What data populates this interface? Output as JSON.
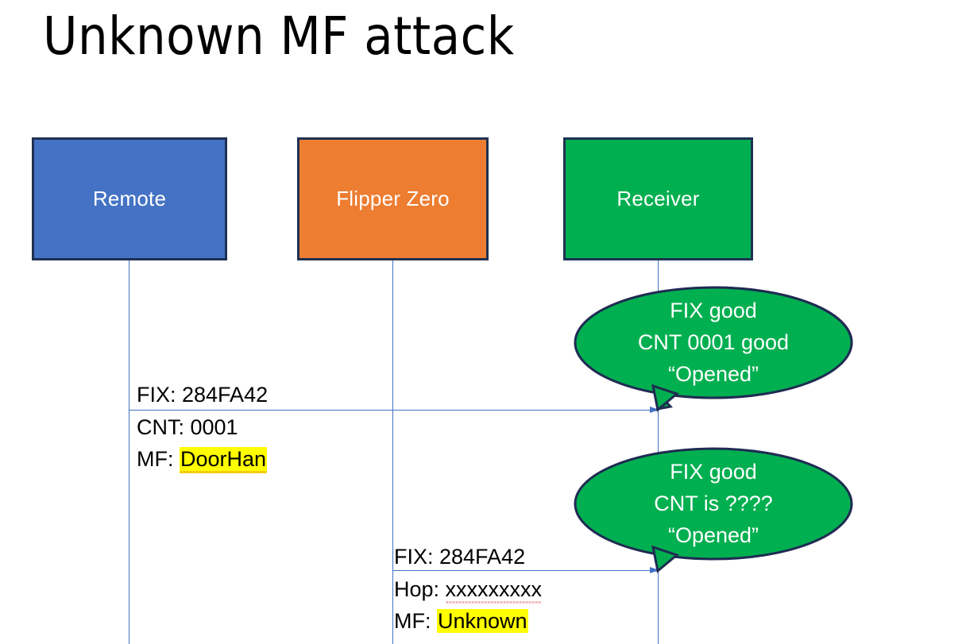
{
  "slide": {
    "title": "Unknown MF attack",
    "background_color": "#FFFFFF"
  },
  "colors": {
    "remote_blue": "#4472C4",
    "flipper_orange": "#ED7D31",
    "receiver_green": "#00AF50",
    "box_border_navy": "#1F3152",
    "lifeline_blue": "#4472C4",
    "highlight_yellow": "#FFFF00",
    "spellcheck_red": "#E03131",
    "bubble_text_white": "#FFFFFF"
  },
  "actors": [
    {
      "id": "remote",
      "label": "Remote",
      "fill": "#4472C4"
    },
    {
      "id": "flipper",
      "label": "Flipper Zero",
      "fill": "#ED7D31"
    },
    {
      "id": "receiver",
      "label": "Receiver",
      "fill": "#00AF50"
    }
  ],
  "messages": [
    {
      "id": "remote-to-receiver",
      "from": "remote",
      "to": "receiver",
      "lines": [
        {
          "label": "FIX: 284FA42",
          "highlighted": false,
          "spellcheck": false
        },
        {
          "label": "CNT: 0001",
          "highlighted": false,
          "spellcheck": false
        },
        {
          "prefix": "MF: ",
          "value": "DoorHan",
          "highlighted": true,
          "spellcheck": true
        }
      ]
    },
    {
      "id": "flipper-to-receiver",
      "from": "flipper",
      "to": "receiver",
      "lines": [
        {
          "label": "FIX: 284FA42",
          "highlighted": false,
          "spellcheck": false
        },
        {
          "prefix": "Hop: ",
          "value": "xxxxxxxxx",
          "highlighted": false,
          "spellcheck": true
        },
        {
          "prefix": "MF: ",
          "value": "Unknown",
          "highlighted": true,
          "spellcheck": false
        }
      ]
    }
  ],
  "bubbles": [
    {
      "id": "bubble-remote-response",
      "lines": [
        "FIX good",
        "CNT 0001 good",
        "“Opened”"
      ],
      "fill": "#00AF50"
    },
    {
      "id": "bubble-flipper-response",
      "lines": [
        "FIX good",
        "CNT is ????",
        "“Opened”"
      ],
      "fill": "#00AF50"
    }
  ],
  "message_text": {
    "m1l1": "FIX: 284FA42",
    "m1l2": "CNT: 0001",
    "m1l3_prefix": "MF: ",
    "m1l3_value": "DoorHan",
    "m2l1": "FIX: 284FA42",
    "m2l2_prefix": "Hop: ",
    "m2l2_value": "xxxxxxxxx",
    "m2l3_prefix": "MF: ",
    "m2l3_value": "Unknown"
  },
  "bubble_text": {
    "b1l1": "FIX good",
    "b1l2": "CNT 0001 good",
    "b1l3": "“Opened”",
    "b2l1": "FIX good",
    "b2l2": "CNT is ????",
    "b2l3": "“Opened”"
  }
}
